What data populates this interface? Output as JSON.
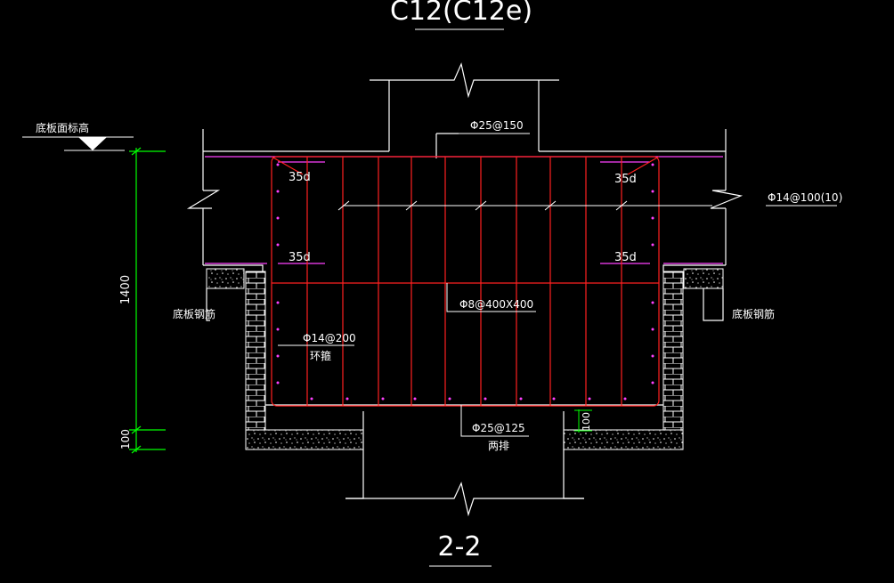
{
  "drawing": {
    "top_title": "C12(C12e)",
    "section_title": "2-2",
    "labels": {
      "slab_top_elev": "底板面标高",
      "rebar_top": "Φ25@150",
      "rebar_side": "Φ14@100(10)",
      "rebar_tie": "Φ8@400X400",
      "rebar_ring": "Φ14@200",
      "ring_note": "环箍",
      "rebar_bottom": "Φ25@125",
      "bottom_note": "两排",
      "slab_rebar_left": "底板钢筋",
      "slab_rebar_right": "底板钢筋",
      "anchor_tl": "35d",
      "anchor_tr": "35d",
      "anchor_ml": "35d",
      "anchor_mr": "35d",
      "dim_1400": "1400",
      "dim_100_left": "100",
      "dim_100_right": "100"
    },
    "colors": {
      "background": "#000000",
      "outline": "#ffffff",
      "rebar": "#ff2020",
      "magenta": "#ff40ff",
      "dimension": "#00ff00",
      "text": "#ffffff"
    }
  }
}
